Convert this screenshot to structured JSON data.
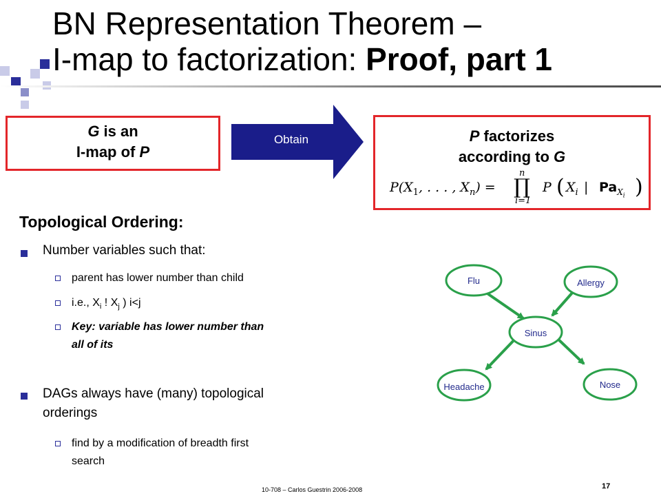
{
  "title": {
    "line1": "BN Representation Theorem –",
    "line2_normal": "I-map to factorization: ",
    "line2_bold": "Proof, part 1"
  },
  "left_box": {
    "var1": "G",
    "text1": " is an",
    "text2": "I-map of ",
    "var2": "P"
  },
  "arrow": {
    "label": "Obtain"
  },
  "right_box": {
    "var1": "P",
    "text1": " factorizes",
    "text2": "according to ",
    "var2": "G"
  },
  "formula": {
    "lhs": "P(X",
    "lhs_sub1": "1",
    "lhs_mid": ", . . . , X",
    "lhs_sub2": "n",
    "lhs_end": ") =",
    "prod_top": "n",
    "prod_symbol": "∏",
    "prod_bottom": "i=1",
    "rhs_p": "P",
    "rhs_open": "(",
    "rhs_x": "X",
    "rhs_xsub": "i",
    "rhs_bar": " | ",
    "rhs_pa": "Pa",
    "rhs_pa_sub": "X",
    "rhs_pa_subsub": "i",
    "rhs_close": ")"
  },
  "content": {
    "heading": "Topological Ordering:",
    "bullet1": "Number variables such that:",
    "sub1": "parent has lower number than child",
    "sub2_pre": "i.e., X",
    "sub2_i": "i",
    "sub2_mid": " ! X",
    "sub2_j": "j",
    "sub2_post": " ) i<j",
    "sub3_line1": "Key: variable has lower number than",
    "sub3_line2": "all of its",
    "bullet2_line1": "DAGs always have (many) topological",
    "bullet2_line2": "orderings",
    "sub4_line1": "find by a modification of breadth first",
    "sub4_line2": "search"
  },
  "graph": {
    "nodes": [
      "Flu",
      "Allergy",
      "Sinus",
      "Headache",
      "Nose"
    ],
    "node_color": "#2aa04a",
    "text_color": "#222a8c"
  },
  "footer": {
    "credit": "10-708 – Carlos Guestrin 2006-2008",
    "page": "17"
  },
  "colors": {
    "accent_blue": "#2a2e9a",
    "box_red": "#e3262a",
    "arrow_navy": "#1a1d8a"
  }
}
